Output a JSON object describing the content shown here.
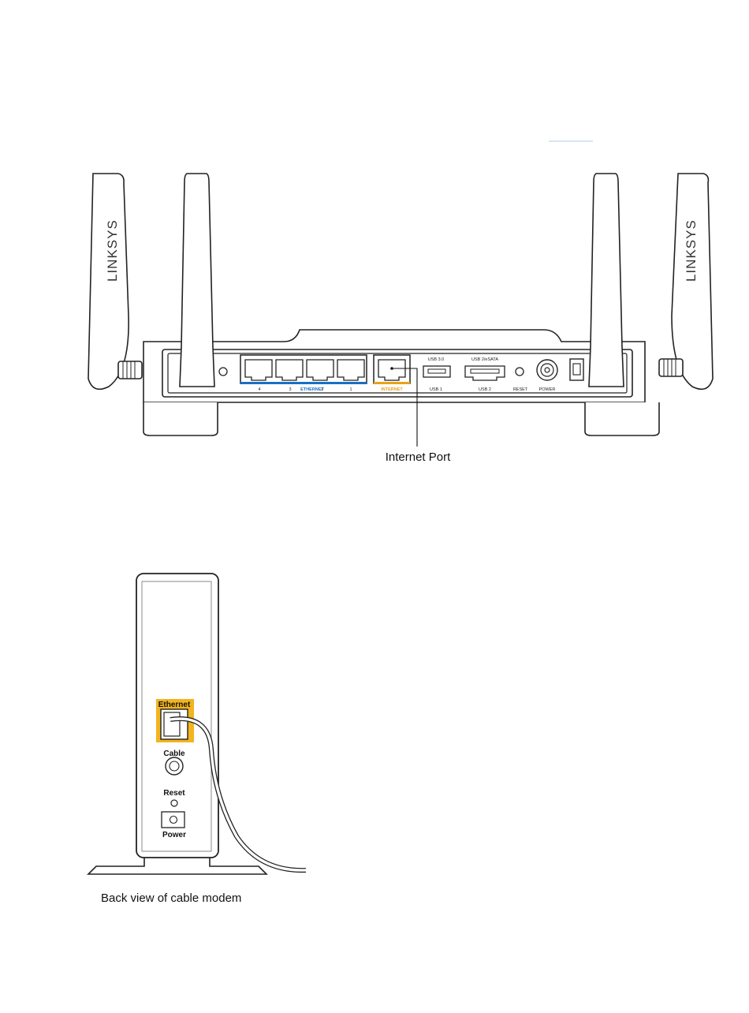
{
  "router": {
    "brand_left": "LINKSYS",
    "brand_right": "LINKSYS",
    "ethernet_label": "ETHERNET",
    "ethernet_port_numbers": [
      "4",
      "3",
      "2",
      "1"
    ],
    "internet_label": "INTERNET",
    "usb3_label": "USB 3.0",
    "usb1_label": "USB 1",
    "usb_esata_label": "USB 2/eSATA",
    "usb2_label": "USB 2",
    "reset_label": "RESET",
    "power_label": "POWER",
    "callout": "Internet Port",
    "colors": {
      "ethernet_accent": "#1a6fc4",
      "internet_accent": "#e8a21b"
    }
  },
  "modem": {
    "ethernet_label": "Ethernet",
    "cable_label": "Cable",
    "reset_label": "Reset",
    "power_label": "Power",
    "caption": "Back view of cable modem",
    "colors": {
      "ethernet_highlight": "#f2b41f"
    }
  }
}
